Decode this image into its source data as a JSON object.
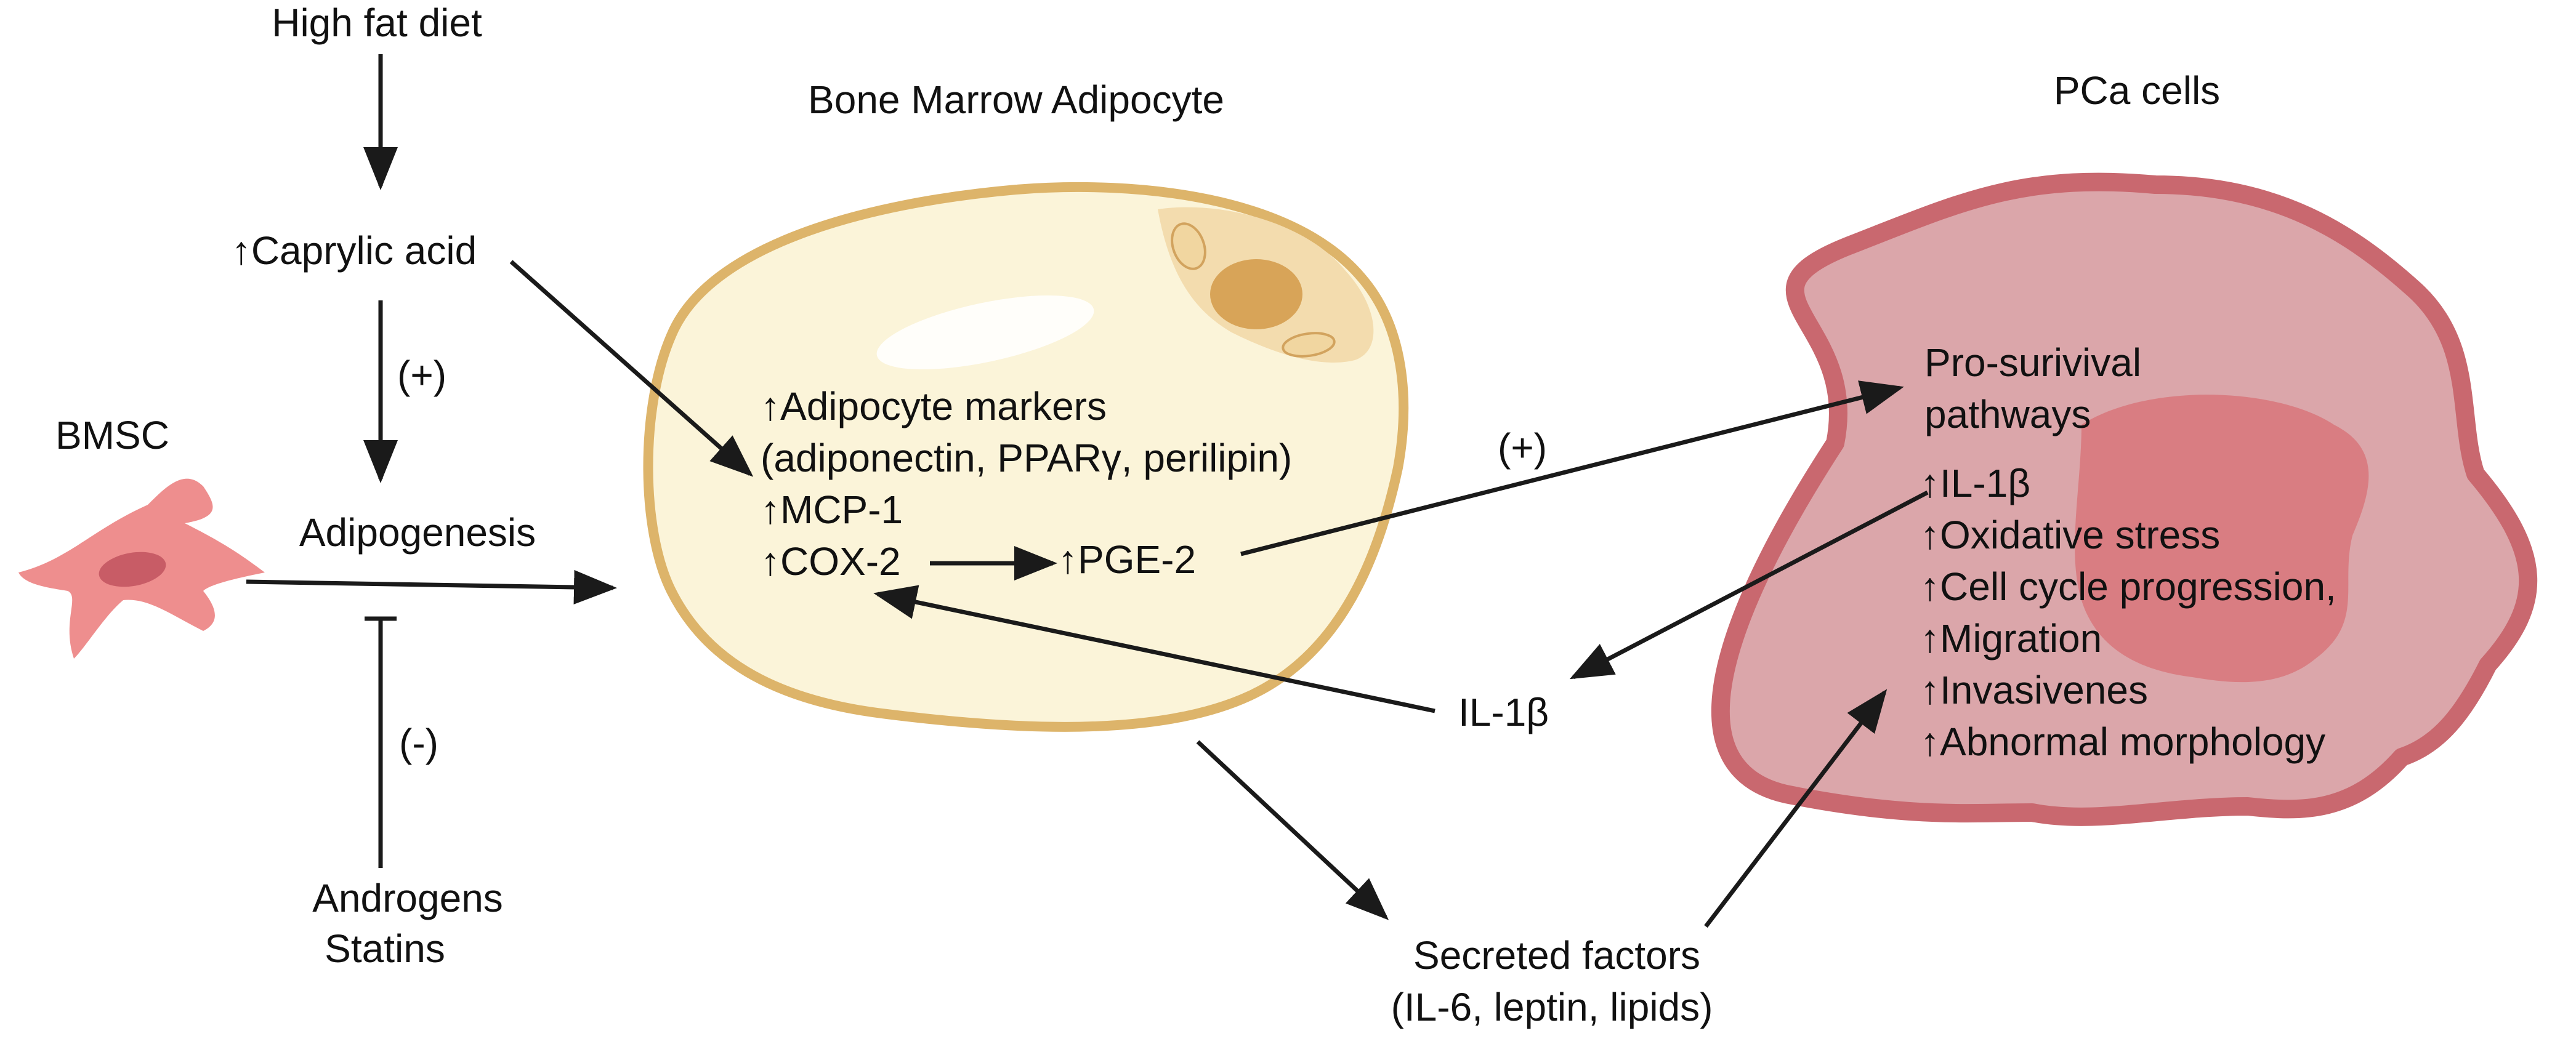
{
  "titles": {
    "adipocyte": "Bone Marrow Adipocyte",
    "pca": "PCa cells",
    "bmsc": "BMSC"
  },
  "left_flow": {
    "diet": "High fat diet",
    "caprylic": "↑Caprylic acid",
    "plus": "(+)",
    "adipogenesis": "Adipogenesis",
    "minus": "(-)",
    "inhibitors": [
      "Androgens",
      "Statins"
    ]
  },
  "adipocyte_content": {
    "lines": [
      "↑Adipocyte markers",
      "(adiponectin, PPARγ, perilipin)",
      "↑MCP-1",
      "↑COX-2"
    ],
    "pge2": "↑PGE-2"
  },
  "middle": {
    "plus": "(+)",
    "il1b": "IL-1β",
    "secreted": [
      "Secreted factors",
      "(IL-6, leptin, lipids)"
    ]
  },
  "pca_content": {
    "prosurvival": [
      "Pro-surivival",
      "pathways"
    ],
    "effects": [
      "↑IL-1β",
      "↑Oxidative stress",
      "↑Cell cycle progression,",
      "↑Migration",
      "↑Invasivenes",
      "↑Abnormal morphology"
    ]
  },
  "colors": {
    "adipocyte_fill": "#fbf4d9",
    "adipocyte_border": "#ddb46a",
    "adipocyte_nucleus": "#d8a458",
    "pca_fill": "#dba6aa",
    "pca_border": "#c9686f",
    "pca_nucleus": "#d97d82",
    "bmsc_fill": "#ee8e8e",
    "bmsc_nucleus": "#c85c66",
    "arrow": "#1a1a1a"
  }
}
